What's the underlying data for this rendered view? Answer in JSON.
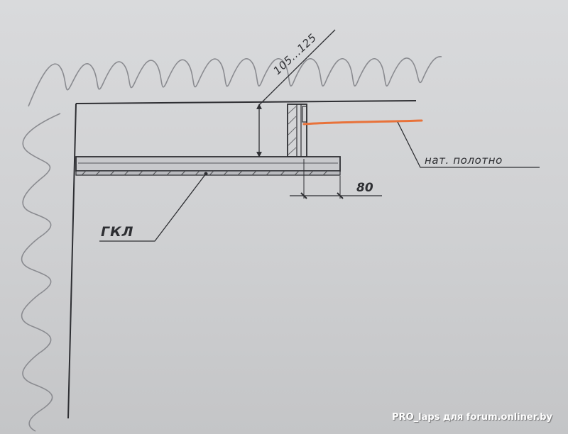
{
  "diagram": {
    "labels": {
      "ceiling_gap_dimension": "105...125",
      "stretch_film": "нат. полотно",
      "offset_dimension": "80",
      "drywall": "ГКЛ"
    },
    "colors": {
      "paper": "#d3d4d6",
      "pencil": "#2e2f33",
      "hatch": "#8a8b90",
      "film": "#e8723a"
    }
  },
  "watermark": {
    "text": "PRO_laps для forum.onliner.by"
  }
}
